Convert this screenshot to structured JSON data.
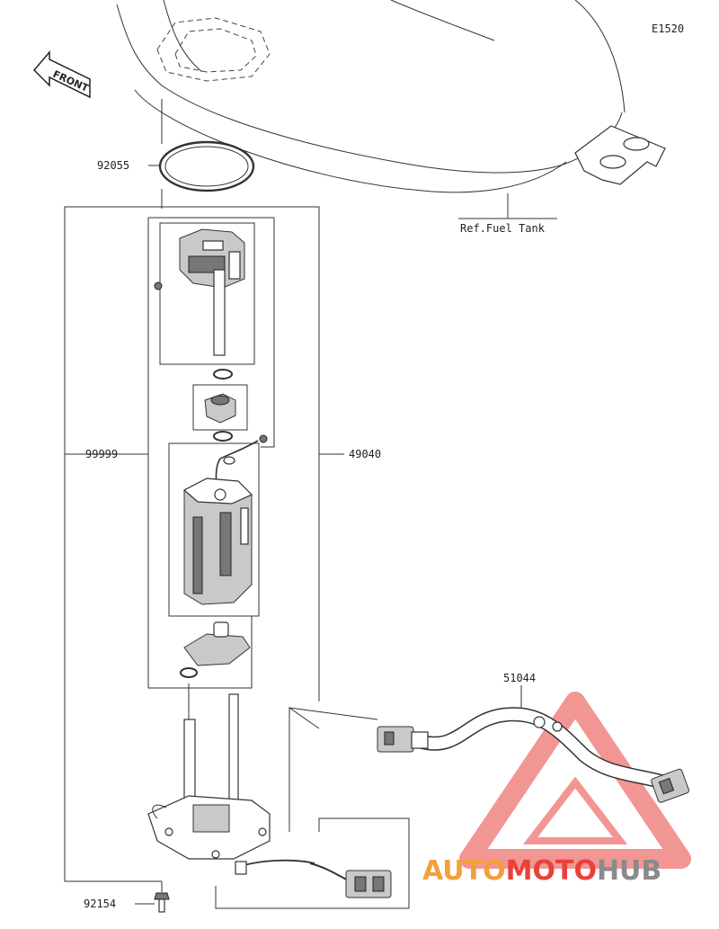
{
  "diagram": {
    "code": "E1520",
    "front_label": "FRONT",
    "ref_label": "Ref.Fuel Tank",
    "parts": {
      "p92055": "92055",
      "p99999": "99999",
      "p49040": "49040",
      "p51044": "51044",
      "p92154": "92154"
    }
  },
  "watermark": {
    "part1": "AUTO",
    "part2": "MOTO",
    "part3": "HUB",
    "color_orange": "#f2a13a",
    "color_red": "#e8413c",
    "color_gray": "#8a8a8a"
  }
}
